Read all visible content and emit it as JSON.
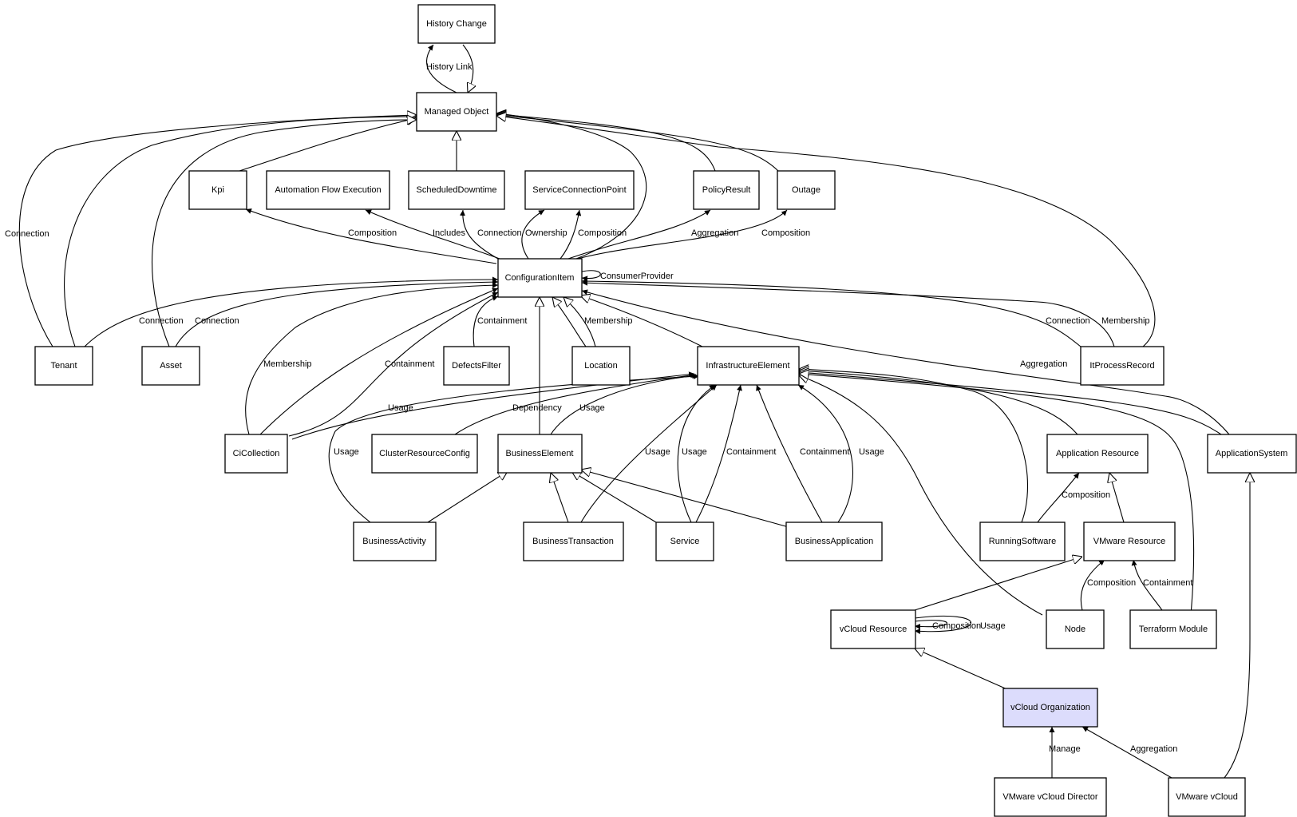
{
  "nodes": {
    "history_change": "History Change",
    "managed_object": "Managed Object",
    "kpi": "Kpi",
    "automation_flow_execution": "Automation Flow Execution",
    "scheduled_downtime": "ScheduledDowntime",
    "service_connection_point": "ServiceConnectionPoint",
    "policy_result": "PolicyResult",
    "outage": "Outage",
    "configuration_item": "ConfigurationItem",
    "tenant": "Tenant",
    "asset": "Asset",
    "defects_filter": "DefectsFilter",
    "location": "Location",
    "infrastructure_element": "InfrastructureElement",
    "it_process_record": "ItProcessRecord",
    "ci_collection": "CiCollection",
    "cluster_resource_config": "ClusterResourceConfig",
    "business_element": "BusinessElement",
    "application_resource": "Application Resource",
    "application_system": "ApplicationSystem",
    "business_activity": "BusinessActivity",
    "business_transaction": "BusinessTransaction",
    "service": "Service",
    "business_application": "BusinessApplication",
    "running_software": "RunningSoftware",
    "vmware_resource": "VMware Resource",
    "vcloud_resource": "vCloud Resource",
    "node": "Node",
    "terraform_module": "Terraform Module",
    "vcloud_organization": "vCloud Organization",
    "vmware_vcloud_director": "VMware vCloud Director",
    "vmware_vcloud": "VMware vCloud"
  },
  "highlight_node": "vcloud_organization",
  "highlight_color": "#dcdcfc",
  "edge_labels": {
    "history_link": "History Link",
    "tenant_mo_connection": "Connection",
    "ci_kpi_composition": "Composition",
    "ci_afe_includes": "Includes",
    "ci_sd_connection": "Connection",
    "ci_scp_ownership": "Ownership",
    "ci_scp_composition": "Composition",
    "ci_pr_aggregation": "Aggregation",
    "ci_outage_composition": "Composition",
    "ci_consumer_provider": "ConsumerProvider",
    "tenant_ci_connection": "Connection",
    "asset_ci_connection": "Connection",
    "defects_containment": "Containment",
    "location_membership": "Membership",
    "itpr_connection": "Connection",
    "itpr_membership": "Membership",
    "appsys_aggregation": "Aggregation",
    "cicoll_membership": "Membership",
    "cicoll_containment": "Containment",
    "cicoll_usage": "Usage",
    "crc_dependency": "Dependency",
    "be_usage": "Usage",
    "ba_usage": "Usage",
    "bt_usage": "Usage",
    "service_usage": "Usage",
    "service_containment": "Containment",
    "bapp_containment": "Containment",
    "bapp_usage": "Usage",
    "rs_composition": "Composition",
    "node_composition": "Composition",
    "tf_containment": "Containment",
    "vcr_composition": "Composition",
    "vcr_usage": "Usage",
    "director_manage": "Manage",
    "vcloud_aggregation": "Aggregation"
  }
}
